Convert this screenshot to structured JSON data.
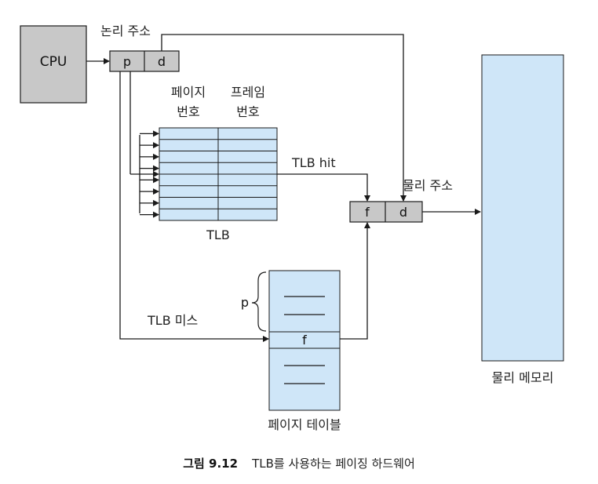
{
  "diagram": {
    "cpu_label": "CPU",
    "logical_address_label": "논리 주소",
    "logical_p": "p",
    "logical_d": "d",
    "page_number_line1": "페이지",
    "page_number_line2": "번호",
    "frame_number_line1": "프레임",
    "frame_number_line2": "번호",
    "tlb_label": "TLB",
    "tlb_hit_label": "TLB hit",
    "tlb_miss_label": "TLB 미스",
    "physical_address_label": "물리 주소",
    "physical_f": "f",
    "physical_d": "d",
    "page_table_p": "p",
    "page_table_f": "f",
    "page_table_label": "페이지 테이블",
    "physical_memory_label": "물리 메모리",
    "tlb_rows": 8
  },
  "caption": {
    "number": "그림 9.12",
    "text": "TLB를 사용하는 페이징 하드웨어"
  },
  "colors": {
    "box_gray": "#c8c8c8",
    "blue_fill": "#cfe6f8",
    "stroke": "#1a1a1a"
  }
}
